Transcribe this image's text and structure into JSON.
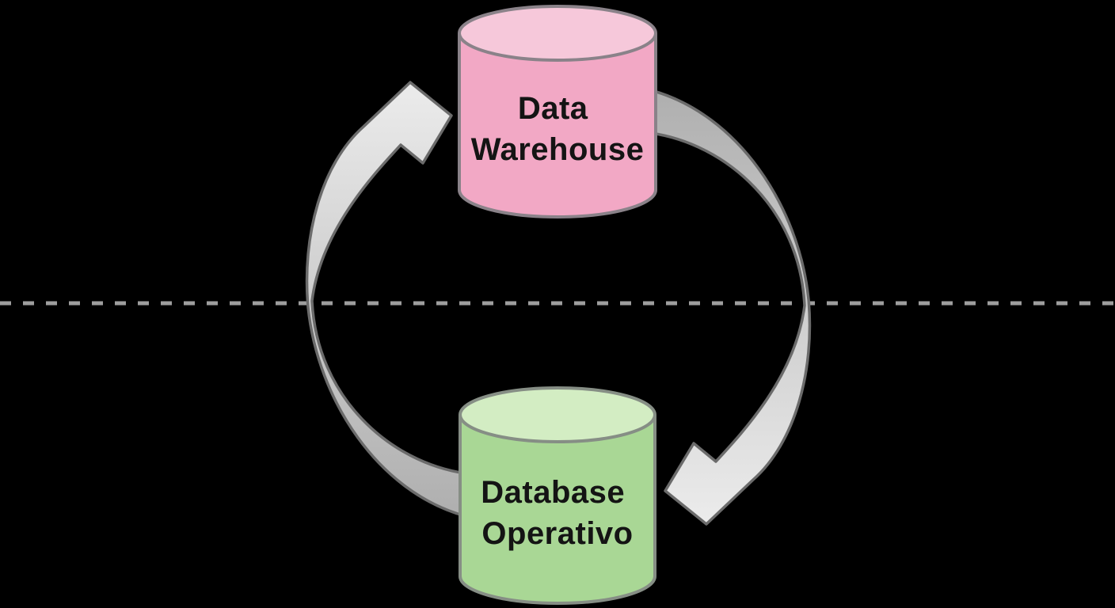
{
  "page": {
    "background_color": "#000000"
  },
  "diagram": {
    "description": "Cycle between Data Warehouse and operational database, separated by a horizontal dashed divider",
    "nodes": {
      "warehouse": {
        "label_line1": "Data",
        "label_line2": "Warehouse",
        "body_color": "#f2a8c5",
        "top_color": "#f6c8da",
        "outline_color": "#8a8289",
        "text_color": "#141414"
      },
      "operational": {
        "label_line1": "Database",
        "label_line2": "Operativo",
        "body_color": "#a9d795",
        "top_color": "#d3edc3",
        "outline_color": "#868e85",
        "text_color": "#141414"
      }
    },
    "separator": {
      "color": "#9e9e9e"
    },
    "arrows": {
      "fill_light": "#ebebeb",
      "fill_dark": "#aeaeae",
      "outline_color": "#6b6b6b"
    }
  }
}
